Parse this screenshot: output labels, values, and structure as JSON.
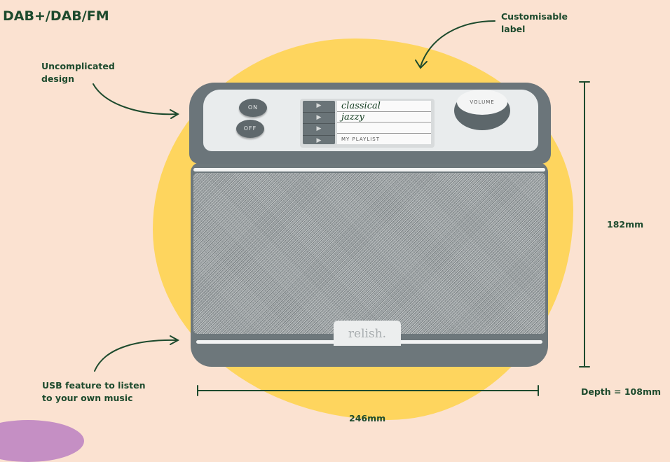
{
  "title": "DAB+/DAB/FM",
  "annotations": {
    "label": [
      "Customisable",
      "label"
    ],
    "design": [
      "Uncomplicated",
      "design"
    ],
    "usb": [
      "USB feature to listen",
      "to your own music"
    ]
  },
  "dimensions": {
    "height": "182mm",
    "width": "246mm",
    "depth": "Depth = 108mm"
  },
  "radio": {
    "on": "ON",
    "off": "OFF",
    "volume": "VOLUME",
    "brand": "relish.",
    "playlist": [
      "classical",
      "jazzy",
      "",
      "MY PLAYLIST"
    ],
    "key_symbol": "▶"
  }
}
